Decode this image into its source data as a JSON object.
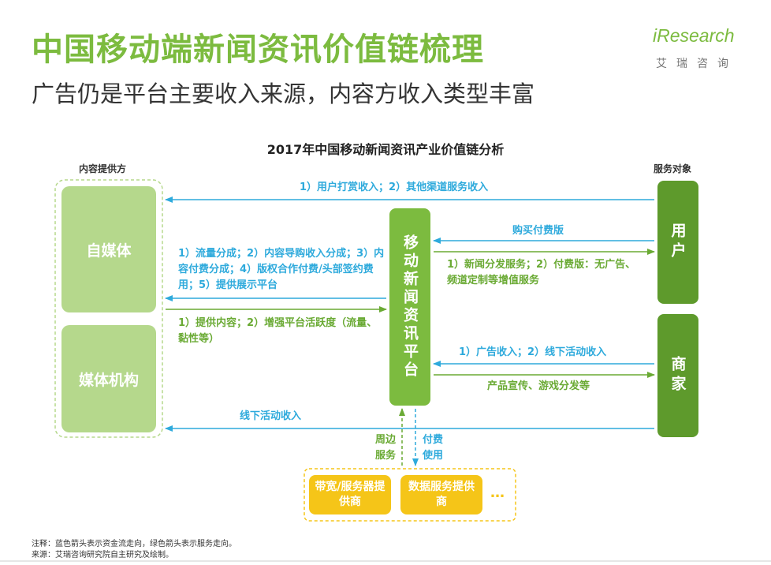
{
  "header": {
    "title": "中国移动端新闻资讯价值链梳理",
    "subtitle": "广告仍是平台主要收入来源，内容方收入类型丰富"
  },
  "logo": {
    "wordmark": "iResearch",
    "subtitle": "艾瑞咨询"
  },
  "diagram": {
    "title": "2017年中国移动新闻资讯产业价值链分析",
    "left_group_label": "内容提供方",
    "right_group_label": "服务对象",
    "nodes": {
      "self_media": "自媒体",
      "media_org": "媒体机构",
      "platform": "移动新闻资讯平台",
      "user": "用户",
      "merchant": "商家",
      "bandwidth": "带宽/服务器提供商",
      "data_service": "数据服务提供商",
      "ellipsis": "…"
    },
    "flows": {
      "user_to_provider": "1）用户打赏收入；2）其他渠道服务收入",
      "platform_to_provider": "1）流量分成；2）内容导购收入分成；3）内容付费分成；4）版权合作付费/头部签约费用；5）提供展示平台",
      "provider_to_platform": "1）提供内容；2）增强平台活跃度（流量、黏性等）",
      "user_to_platform": "购买付费版",
      "platform_to_user": "1）新闻分发服务；2）付费版：无广告、频道定制等增值服务",
      "merchant_to_platform": "1）广告收入；2）线下活动收入",
      "platform_to_merchant": "产品宣传、游戏分发等",
      "merchant_to_provider": "线下活动收入",
      "supplier_to_platform": "周边服务",
      "platform_to_supplier": "付费使用"
    },
    "colors": {
      "money_flow": "#2eaadc",
      "service_flow": "#6aaa34",
      "title_green": "#7cbb3f",
      "supplier": "#f5c518"
    }
  },
  "footnotes": {
    "note": "注释：蓝色箭头表示资金流走向，绿色箭头表示服务走向。",
    "source": "来源：艾瑞咨询研究院自主研究及绘制。"
  }
}
